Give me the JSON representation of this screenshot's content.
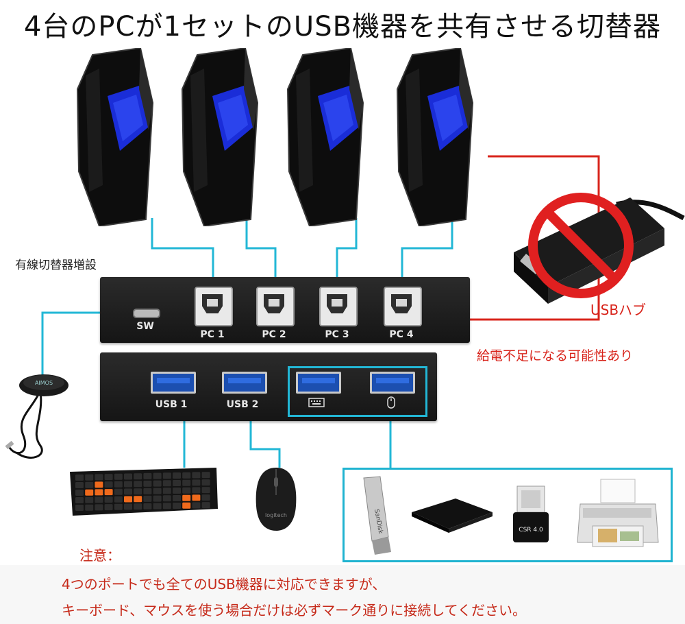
{
  "title": "4台のPCが1セットのUSB機器を共有させる切替器",
  "wired_label": "有線切替器増設",
  "switch": {
    "sw_label": "SW",
    "pc_ports": [
      "PC 1",
      "PC 2",
      "PC 3",
      "PC 4"
    ],
    "usb_ports": [
      "USB 1",
      "USB 2"
    ]
  },
  "hub": {
    "label": "USBハブ",
    "warning": "給電不足になる可能性あり"
  },
  "notes": {
    "heading": "注意：",
    "line1": "4つのポートでも全てのUSB機器に対応できますが、",
    "line2": "キーボード、マウスを使う場合だけは必ずマーク通りに接続してください。"
  },
  "device_labels": {
    "usb_stick_brand": "SanDisk",
    "bt_dongle_label": "CSR 4.0",
    "mouse_brand": "logitech",
    "puck_brand": "AIMOS"
  },
  "colors": {
    "cable": "#22b7d6",
    "warning_red": "#d8241b",
    "case_blue": "#1a2dd8"
  }
}
